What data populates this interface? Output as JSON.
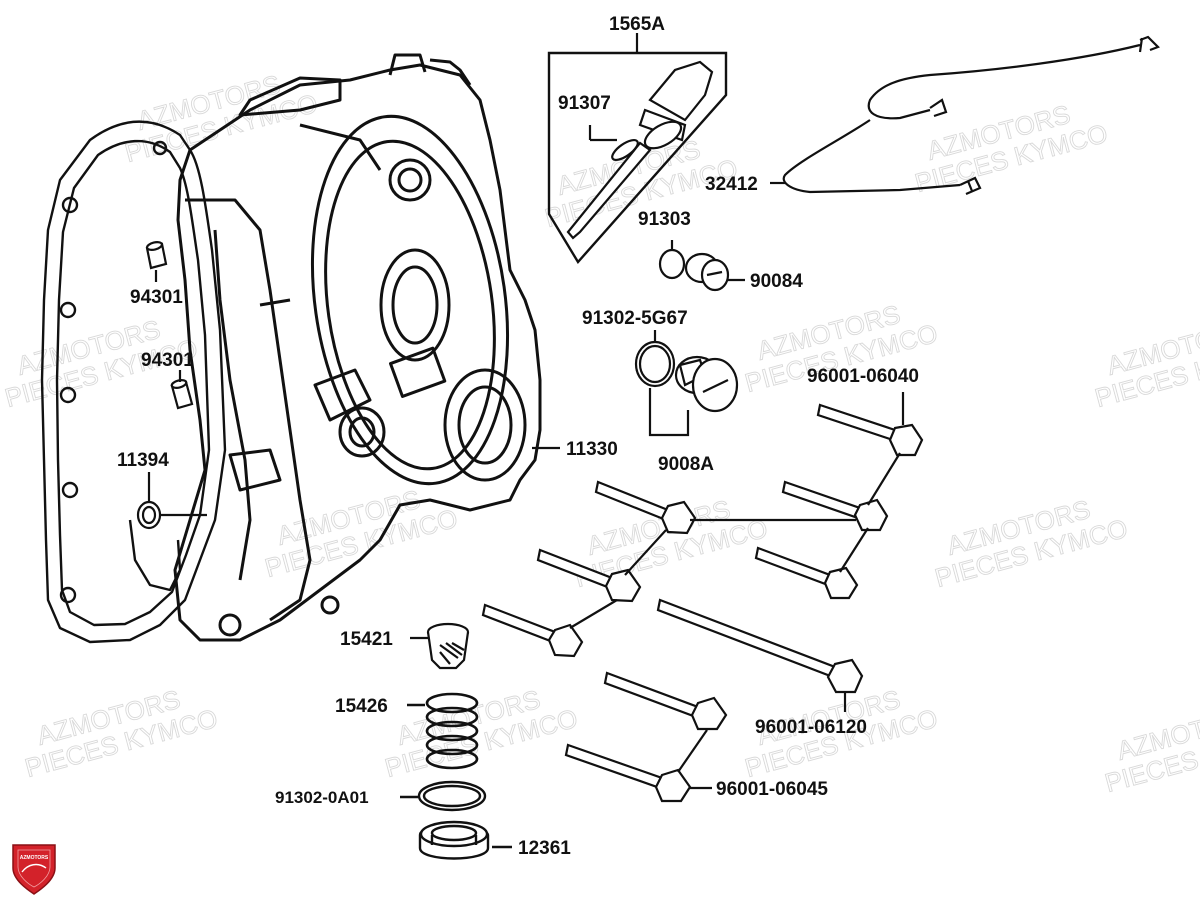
{
  "watermark": {
    "line1": "AZMOTORS",
    "line2": "PIECES KYMCO"
  },
  "logo": {
    "text": "AZMOTORS",
    "color": "#d3222a"
  },
  "labels": {
    "p1565A": "1565A",
    "p91307": "91307",
    "p32412": "32412",
    "p91303": "91303",
    "p90084": "90084",
    "p91302_5G67": "91302-5G67",
    "p96001_06040": "96001-06040",
    "p94301a": "94301",
    "p94301b": "94301",
    "p11330": "11330",
    "p9008A": "9008A",
    "p11394": "11394",
    "p15421": "15421",
    "p15426": "15426",
    "p96001_06120": "96001-06120",
    "p96001_06045": "96001-06045",
    "p91302_0A01": "91302-0A01",
    "p12361": "12361"
  }
}
